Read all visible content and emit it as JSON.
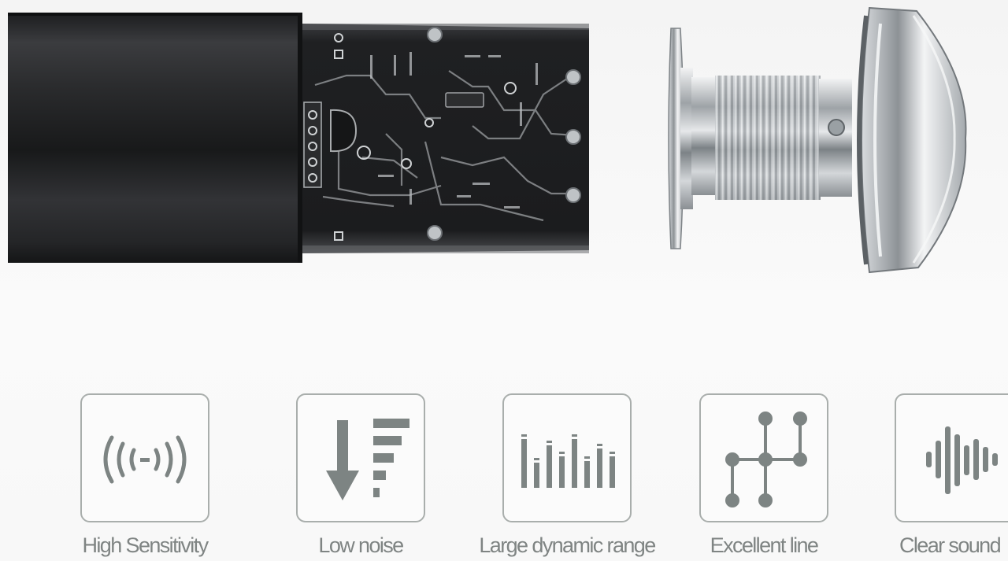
{
  "features": [
    {
      "icon": "broadcast-icon",
      "label": "High Sensitivity"
    },
    {
      "icon": "arrow-down-bars-icon",
      "label": "Low noise"
    },
    {
      "icon": "equalizer-icon",
      "label": "Large dynamic range"
    },
    {
      "icon": "circuit-nodes-icon",
      "label": "Excellent line"
    },
    {
      "icon": "sound-wave-icon",
      "label": "Clear sound"
    }
  ],
  "colors": {
    "icon_gray": "#7d8483",
    "border_gray": "#a9aeac",
    "label_gray": "#7f8483",
    "pcb_black": "#1d1e20",
    "tube_black": "#2a2b2d",
    "chrome": "#c9cdd0"
  }
}
